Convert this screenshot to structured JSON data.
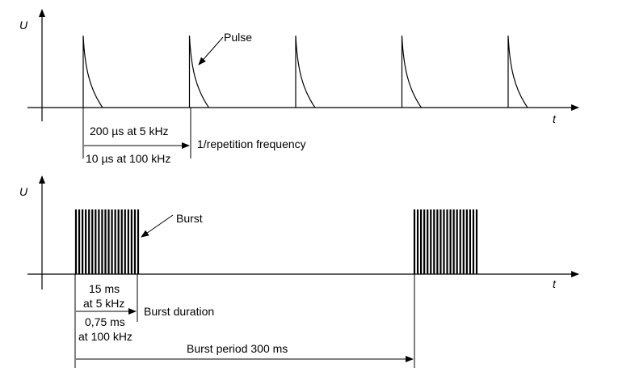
{
  "colors": {
    "ink": "#000000",
    "background": "#ffffff"
  },
  "top_diagram": {
    "y_axis_label": "U",
    "x_axis_label": "t",
    "pulse_label": "Pulse",
    "pulse_count": 5,
    "interval_label_1": "200 µs at 5 kHz",
    "interval_label_2": "1/repetition frequency",
    "interval_label_3": "10 µs at 100 kHz"
  },
  "bottom_diagram": {
    "y_axis_label": "U",
    "x_axis_label": "t",
    "burst_label": "Burst",
    "bursts_shown": 2,
    "duration_label_1": "15 ms",
    "duration_label_2": "at 5 kHz",
    "duration_label_3": "Burst duration",
    "duration_label_4": "0,75 ms",
    "duration_label_5": "at 100 kHz",
    "period_label": "Burst period 300 ms"
  }
}
